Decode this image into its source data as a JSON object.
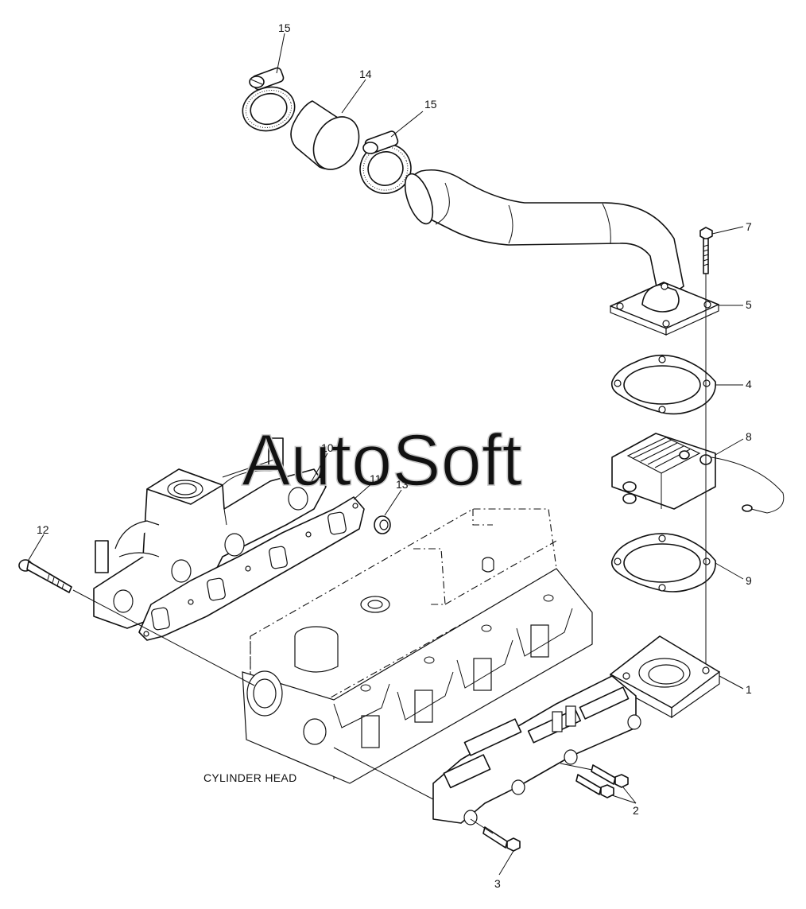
{
  "watermark": "AutoSoft",
  "caption": "CYLINDER HEAD",
  "callouts": [
    {
      "id": "c15a",
      "num": "15"
    },
    {
      "id": "c14",
      "num": "14"
    },
    {
      "id": "c15b",
      "num": "15"
    },
    {
      "id": "c7",
      "num": "7"
    },
    {
      "id": "c5",
      "num": "5"
    },
    {
      "id": "c4",
      "num": "4"
    },
    {
      "id": "c8",
      "num": "8"
    },
    {
      "id": "c10",
      "num": "10"
    },
    {
      "id": "c11",
      "num": "11"
    },
    {
      "id": "c13",
      "num": "13"
    },
    {
      "id": "c12",
      "num": "12"
    },
    {
      "id": "c9",
      "num": "9"
    },
    {
      "id": "c1",
      "num": "1"
    },
    {
      "id": "c2",
      "num": "2"
    },
    {
      "id": "c3",
      "num": "3"
    }
  ]
}
